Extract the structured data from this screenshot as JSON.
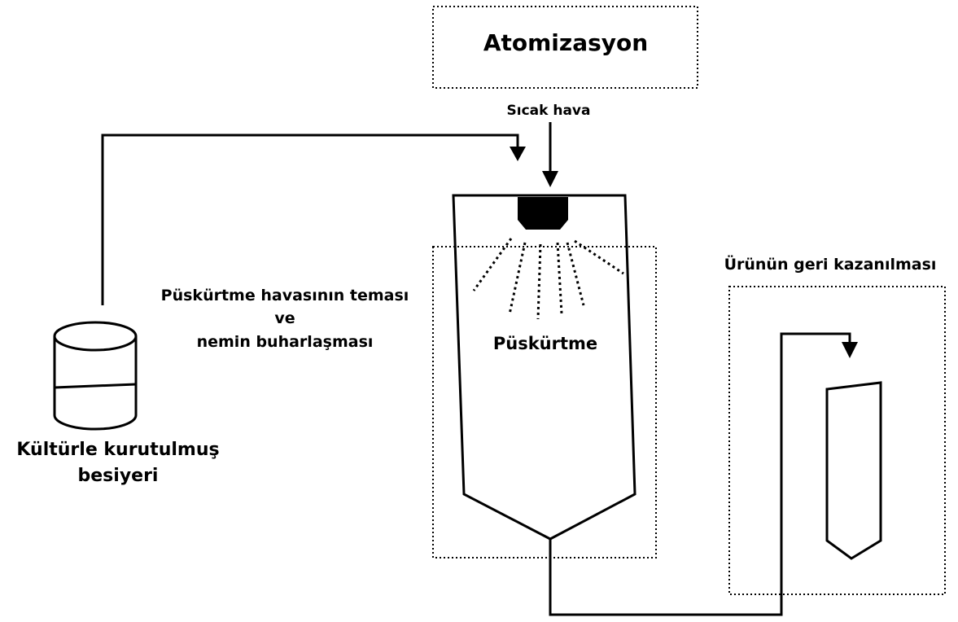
{
  "labels": {
    "atomization": "Atomizasyon",
    "hot_air": "Sıcak hava",
    "spray_contact_line1": "Püskürtme havasının teması",
    "spray_contact_line2": "ve",
    "spray_contact_line3": "nemin buharlaşması",
    "spray": "Püskürtme",
    "product_recovery": "Ürünün geri kazanılması",
    "dried_medium_line1": "Kültürle kurutulmuş",
    "dried_medium_line2": "besiyeri"
  },
  "colors": {
    "stroke": "#000000",
    "background": "#ffffff"
  }
}
